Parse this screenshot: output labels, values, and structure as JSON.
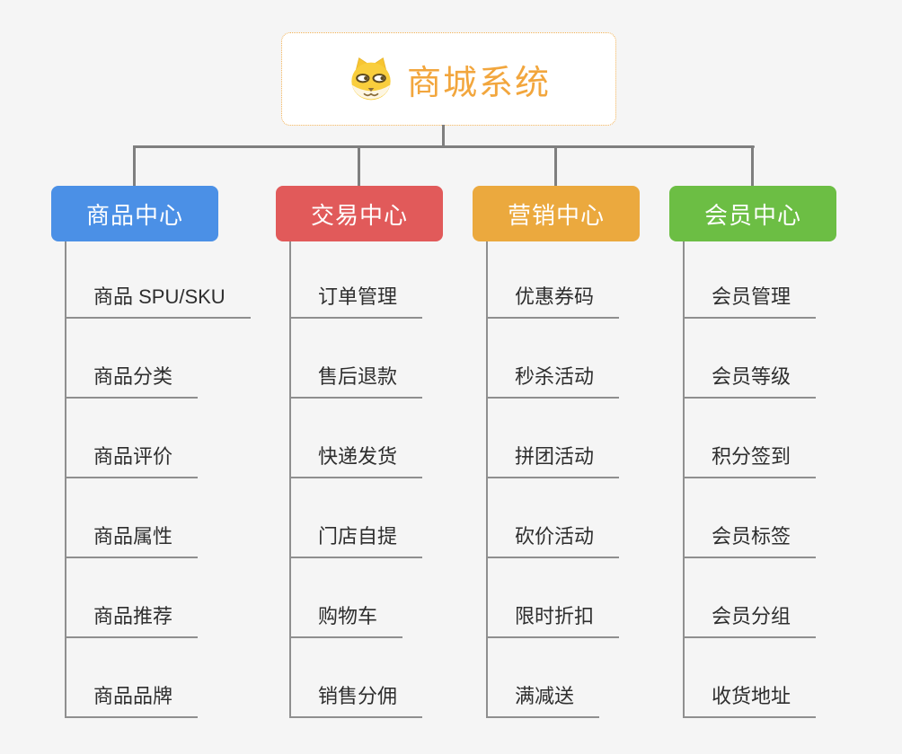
{
  "page": {
    "background": "#f5f5f5"
  },
  "root": {
    "title": "商城系统",
    "icon": "dog-mascot-icon",
    "text_color": "#f2a63d",
    "border_color": "#f0b054"
  },
  "connector_color": "#7f7f7f",
  "branches": [
    {
      "label": "商品中心",
      "color": "#4b90e6",
      "items": [
        "商品 SPU/SKU",
        "商品分类",
        "商品评价",
        "商品属性",
        "商品推荐",
        "商品品牌"
      ]
    },
    {
      "label": "交易中心",
      "color": "#e15a5a",
      "items": [
        "订单管理",
        "售后退款",
        "快递发货",
        "门店自提",
        "购物车",
        "销售分佣"
      ]
    },
    {
      "label": "营销中心",
      "color": "#eba93e",
      "items": [
        "优惠券码",
        "秒杀活动",
        "拼团活动",
        "砍价活动",
        "限时折扣",
        "满减送"
      ]
    },
    {
      "label": "会员中心",
      "color": "#6cbe44",
      "items": [
        "会员管理",
        "会员等级",
        "积分签到",
        "会员标签",
        "会员分组",
        "收货地址"
      ]
    }
  ]
}
